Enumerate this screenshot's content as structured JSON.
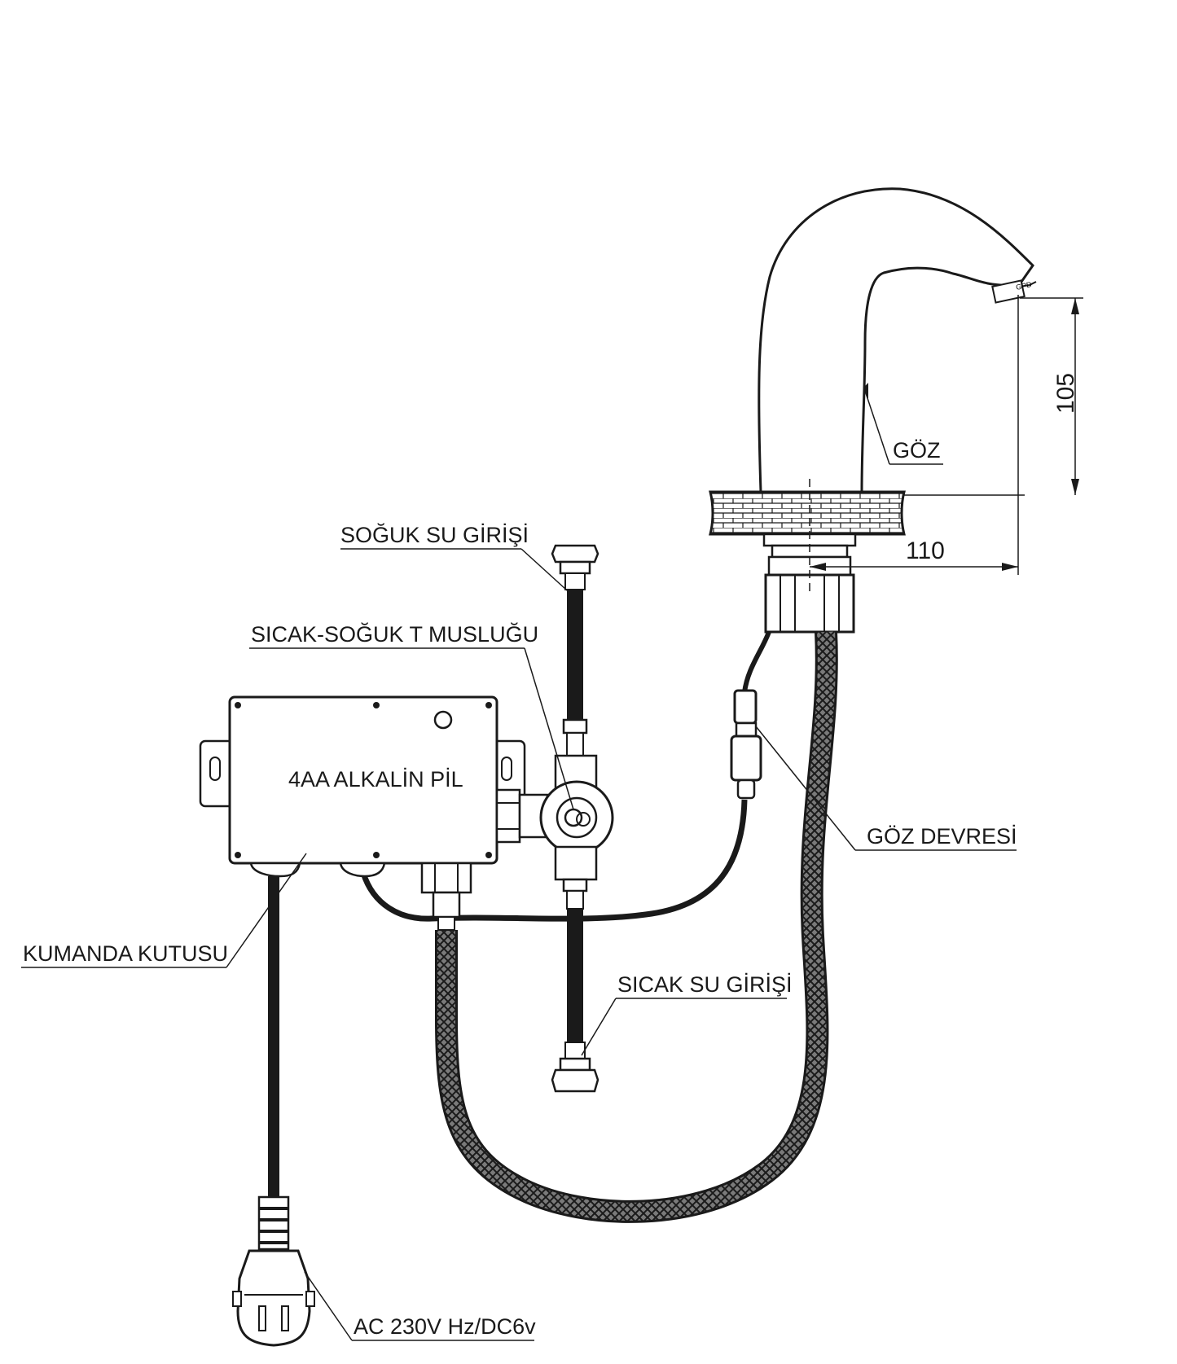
{
  "labels": {
    "eye": "GÖZ",
    "cold_inlet": "SOĞUK SU GİRİŞİ",
    "t_valve": "SICAK-SOĞUK T MUSLUĞU",
    "battery": "4AA ALKALİN PİL",
    "eye_circuit": "GÖZ DEVRESİ",
    "control_box": "KUMANDA KUTUSU",
    "hot_inlet": "SICAK SU GİRİŞİ",
    "power": "AC 230V Hz/DC6v",
    "brand": "GPD"
  },
  "dimensions": {
    "height": "105",
    "reach": "110"
  }
}
